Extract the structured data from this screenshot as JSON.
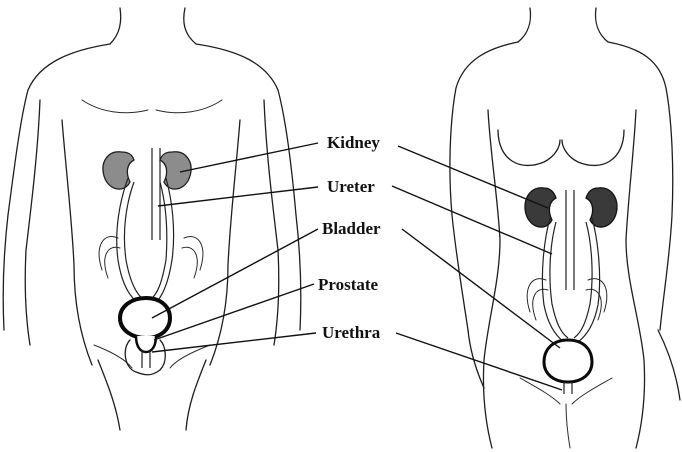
{
  "labels": {
    "kidney": "Kidney",
    "ureter": "Ureter",
    "bladder": "Bladder",
    "prostate": "Prostate",
    "urethra": "Urethra"
  },
  "colors": {
    "kidney_male": "#8c8c8c",
    "kidney_female": "#3a3a3a",
    "line": "#1e1e1e"
  }
}
